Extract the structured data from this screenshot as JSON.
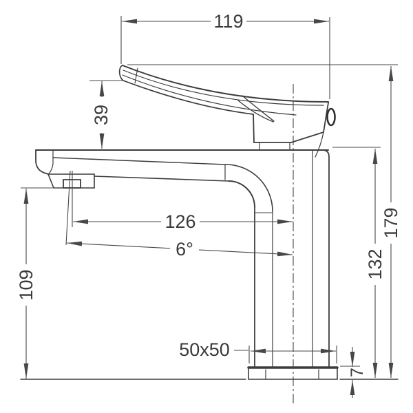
{
  "page": {
    "background": "#ffffff"
  },
  "drawing": {
    "subject": "single-lever basin faucet side elevation with dimensions",
    "line_color": "#3c3c3c",
    "dim_color": "#474747",
    "text_color": "#3a3a3a",
    "labels": {
      "width_top": "119",
      "handle_rise": "39",
      "spout_reach": "126",
      "spout_angle": "6°",
      "outlet_height": "109",
      "body_height": "132",
      "overall_height": "179",
      "base_plate": "50x50",
      "base_thickness": "7"
    }
  }
}
